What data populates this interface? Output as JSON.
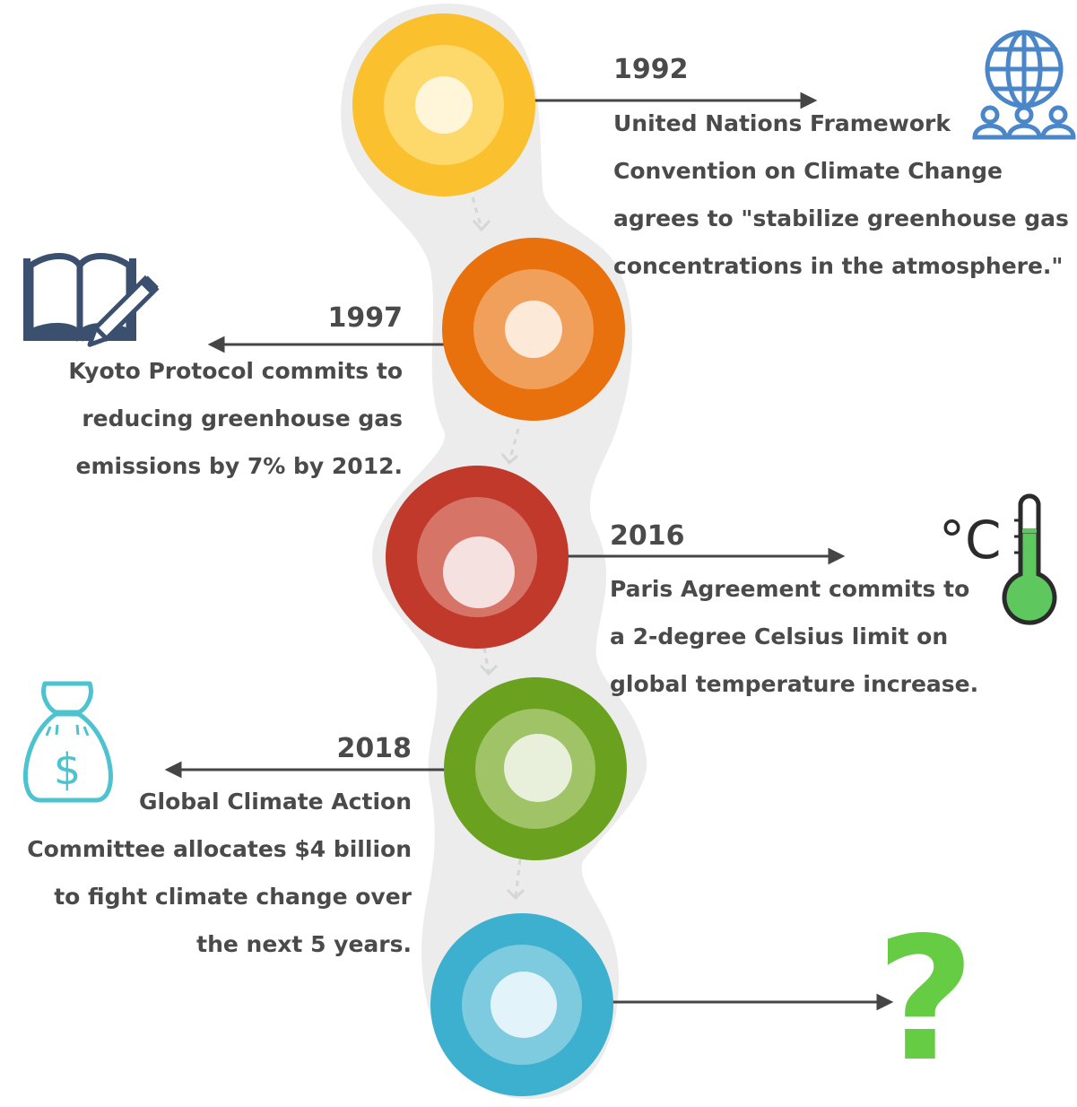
{
  "colors": {
    "band": "#ececec",
    "arrow": "#454545",
    "dash": "#d6d6d6",
    "text": "#4a4a4a",
    "icon_blue": "#4a86c8",
    "icon_navy": "#3b4f6e",
    "icon_teal": "#4cc3cf",
    "icon_green": "#5ec85f",
    "question_green": "#66cc44"
  },
  "events": [
    {
      "year": "1992",
      "lines": [
        "United Nations Framework",
        "Convention on Climate Change",
        "agrees to \"stabilize greenhouse gas",
        "concentrations in the atmosphere.\""
      ],
      "icon": "globe-people-icon",
      "colors": [
        "#fbc02d",
        "#fdd86a",
        "#fff5d8"
      ]
    },
    {
      "year": "1997",
      "lines": [
        "Kyoto Protocol commits to",
        "reducing greenhouse gas",
        "emissions by 7% by 2012."
      ],
      "icon": "book-pencil-icon",
      "colors": [
        "#e8700d",
        "#f0a05a",
        "#fde9d8"
      ]
    },
    {
      "year": "2016",
      "lines": [
        "Paris Agreement commits to",
        "a 2-degree Celsius limit on",
        "global temperature increase."
      ],
      "icon": "thermometer-celsius-icon",
      "colors": [
        "#c0392b",
        "#d77468",
        "#f5e1df"
      ]
    },
    {
      "year": "2018",
      "lines": [
        "Global Climate Action",
        "Committee allocates $4 billion",
        "to fight climate change over",
        "the next 5 years."
      ],
      "icon": "money-bag-icon",
      "colors": [
        "#6aa21f",
        "#9fc366",
        "#e8f0dc"
      ]
    },
    {
      "year": "",
      "lines": [],
      "icon": "question-mark-icon",
      "colors": [
        "#3eb0cf",
        "#7ecbe0",
        "#e2f3f9"
      ]
    }
  ],
  "icons": {
    "celsius_label": "°C",
    "question_label": "?",
    "dollar_label": "$"
  }
}
